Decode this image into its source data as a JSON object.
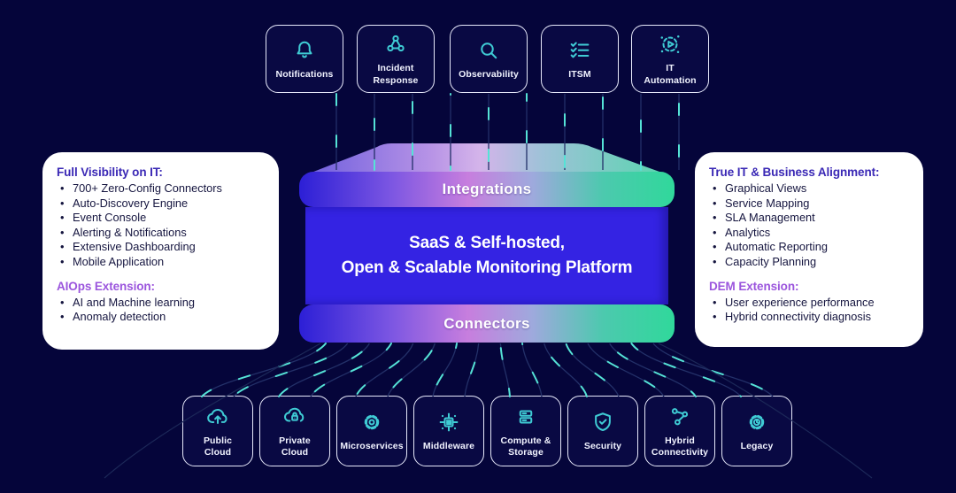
{
  "colors": {
    "background": "#05053a",
    "accent_teal": "#3fcbd4",
    "dash_teal": "#55e2d6",
    "platform_blue": "#3423e3",
    "band_gradient_left": "#2c1fd6",
    "band_gradient_mid": "#c77ede",
    "band_gradient_right": "#30d89b",
    "card_title_blue": "#3a28b5",
    "card_subtitle_purple": "#9b55dd",
    "box_border": "#e6e8fa"
  },
  "top_row": {
    "items": [
      {
        "label": "Notifications",
        "icon": "bell-icon"
      },
      {
        "label": "Incident Response",
        "icon": "network-nodes-icon"
      },
      {
        "label": "Observability",
        "icon": "search-icon"
      },
      {
        "label": "ITSM",
        "icon": "checklist-icon"
      },
      {
        "label": "IT Automation",
        "icon": "automation-play-icon"
      }
    ]
  },
  "platform": {
    "top_band": "Integrations",
    "title_line1": "SaaS & Self-hosted,",
    "title_line2": "Open & Scalable Monitoring Platform",
    "bottom_band": "Connectors"
  },
  "left_card": {
    "title": "Full Visibility on IT:",
    "items": [
      "700+ Zero-Config Connectors",
      "Auto-Discovery Engine",
      "Event Console",
      "Alerting & Notifications",
      "Extensive Dashboarding",
      "Mobile Application"
    ],
    "subtitle": "AIOps Extension:",
    "sub_items": [
      "AI and Machine learning",
      "Anomaly detection"
    ]
  },
  "right_card": {
    "title": "True IT & Business Alignment:",
    "items": [
      "Graphical Views",
      "Service Mapping",
      "SLA Management",
      "Analytics",
      "Automatic Reporting",
      "Capacity Planning"
    ],
    "subtitle": "DEM Extension:",
    "sub_items": [
      "User experience performance",
      "Hybrid connectivity diagnosis"
    ]
  },
  "bottom_row": {
    "items": [
      {
        "label": "Public Cloud",
        "icon": "cloud-upload-icon"
      },
      {
        "label": "Private Cloud",
        "icon": "cloud-lock-icon"
      },
      {
        "label": "Microservices",
        "icon": "gear-icon"
      },
      {
        "label": "Middleware",
        "icon": "chip-icon"
      },
      {
        "label": "Compute & Storage",
        "icon": "servers-icon"
      },
      {
        "label": "Security",
        "icon": "shield-check-icon"
      },
      {
        "label": "Hybrid Connectivity",
        "icon": "linked-nodes-icon"
      },
      {
        "label": "Legacy",
        "icon": "gear-clock-icon"
      }
    ]
  }
}
